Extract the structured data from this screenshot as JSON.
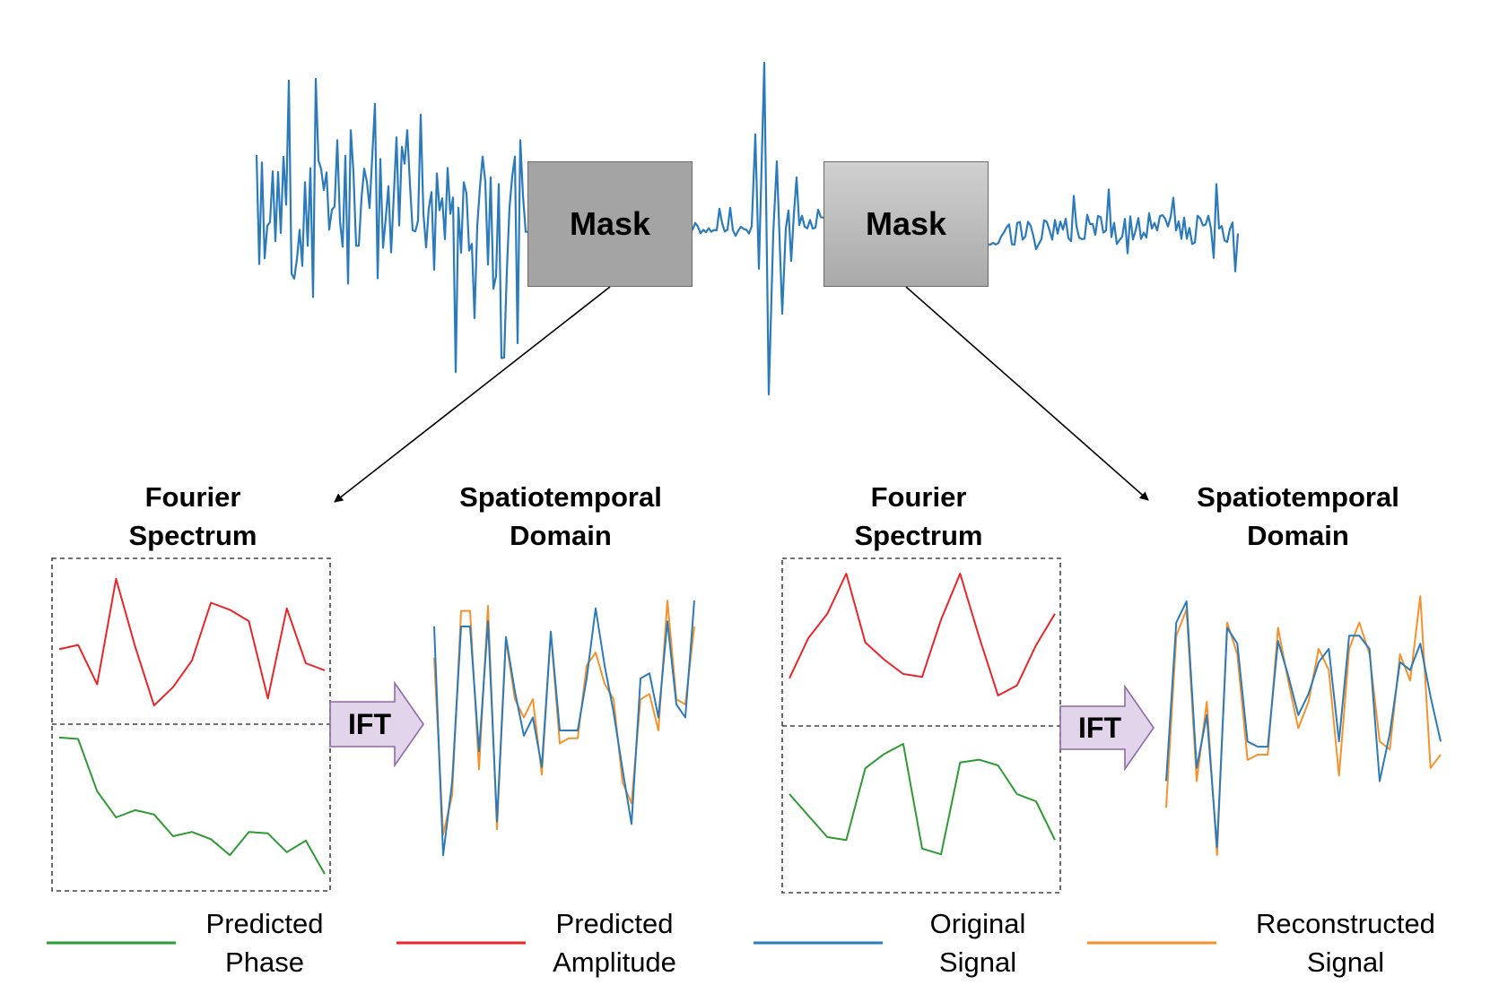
{
  "colors": {
    "signal": "#2b7bba",
    "reconstructed": "#f5922e",
    "amplitude": "#e8262a",
    "phase": "#2e9a34",
    "ift_fill": "#e2d4ea",
    "ift_stroke": "#8d6aa6"
  },
  "masks": [
    {
      "label": "Mask"
    },
    {
      "label": "Mask"
    }
  ],
  "ift_label": "IFT",
  "headings": {
    "fourier": [
      "Fourier",
      "Spectrum"
    ],
    "spatiotemporal": [
      "Spatiotemporal",
      "Domain"
    ]
  },
  "legend": [
    {
      "line1": "Predicted",
      "line2": "Phase",
      "color": "#2e9a34"
    },
    {
      "line1": "Predicted",
      "line2": "Amplitude",
      "color": "#e8262a"
    },
    {
      "line1": "Original",
      "line2": "Signal",
      "color": "#2b7bba"
    },
    {
      "line1": "Reconstructed",
      "line2": "Signal",
      "color": "#f5922e"
    }
  ],
  "chart_data": [
    {
      "type": "line",
      "series": [
        {
          "name": "Predicted Amplitude",
          "values": [
            0.45,
            0.48,
            0.2,
            0.95,
            0.47,
            0.05,
            0.18,
            0.37,
            0.78,
            0.73,
            0.65,
            0.1,
            0.74,
            0.35,
            0.3
          ]
        },
        {
          "name": "Predicted Phase",
          "values": [
            0.97,
            0.96,
            0.6,
            0.42,
            0.47,
            0.44,
            0.29,
            0.32,
            0.27,
            0.16,
            0.32,
            0.31,
            0.18,
            0.26,
            0.03
          ]
        }
      ]
    },
    {
      "type": "line",
      "series": [
        {
          "name": "Original Signal",
          "values": [
            0.9,
            0.02,
            0.3,
            0.9,
            0.9,
            0.42,
            0.92,
            0.15,
            0.86,
            0.65,
            0.48,
            0.55,
            0.36,
            0.88,
            0.5,
            0.5,
            0.5,
            0.7,
            0.97,
            0.75,
            0.57,
            0.35,
            0.14,
            0.7,
            0.72,
            0.55,
            0.92,
            0.6,
            0.55,
            1.0
          ]
        },
        {
          "name": "Reconstructed Signal",
          "values": [
            0.78,
            0.1,
            0.25,
            0.96,
            0.96,
            0.35,
            0.98,
            0.12,
            0.85,
            0.62,
            0.55,
            0.62,
            0.33,
            0.88,
            0.45,
            0.47,
            0.47,
            0.75,
            0.8,
            0.68,
            0.62,
            0.3,
            0.22,
            0.62,
            0.64,
            0.5,
            1.0,
            0.62,
            0.6,
            0.9
          ]
        }
      ]
    },
    {
      "type": "line",
      "series": [
        {
          "name": "Predicted Amplitude",
          "values": [
            0.27,
            0.55,
            0.72,
            1.0,
            0.52,
            0.4,
            0.3,
            0.28,
            0.68,
            1.0,
            0.56,
            0.15,
            0.22,
            0.5,
            0.72
          ]
        },
        {
          "name": "Predicted Phase",
          "values": [
            0.6,
            0.45,
            0.3,
            0.28,
            0.78,
            0.88,
            0.95,
            0.22,
            0.18,
            0.82,
            0.84,
            0.8,
            0.6,
            0.55,
            0.28
          ]
        }
      ]
    },
    {
      "type": "line",
      "series": [
        {
          "name": "Original Signal",
          "values": [
            0.3,
            0.9,
            0.98,
            0.35,
            0.55,
            0.05,
            0.88,
            0.82,
            0.45,
            0.43,
            0.43,
            0.83,
            0.7,
            0.55,
            0.63,
            0.75,
            0.8,
            0.45,
            0.85,
            0.85,
            0.8,
            0.3,
            0.48,
            0.75,
            0.72,
            0.82,
            0.62,
            0.45
          ]
        },
        {
          "name": "Reconstructed Signal",
          "values": [
            0.2,
            0.85,
            0.95,
            0.3,
            0.6,
            0.02,
            0.9,
            0.78,
            0.38,
            0.4,
            0.4,
            0.88,
            0.68,
            0.5,
            0.6,
            0.8,
            0.72,
            0.32,
            0.8,
            0.9,
            0.78,
            0.45,
            0.42,
            0.78,
            0.68,
            1.0,
            0.35,
            0.4
          ]
        }
      ]
    }
  ]
}
